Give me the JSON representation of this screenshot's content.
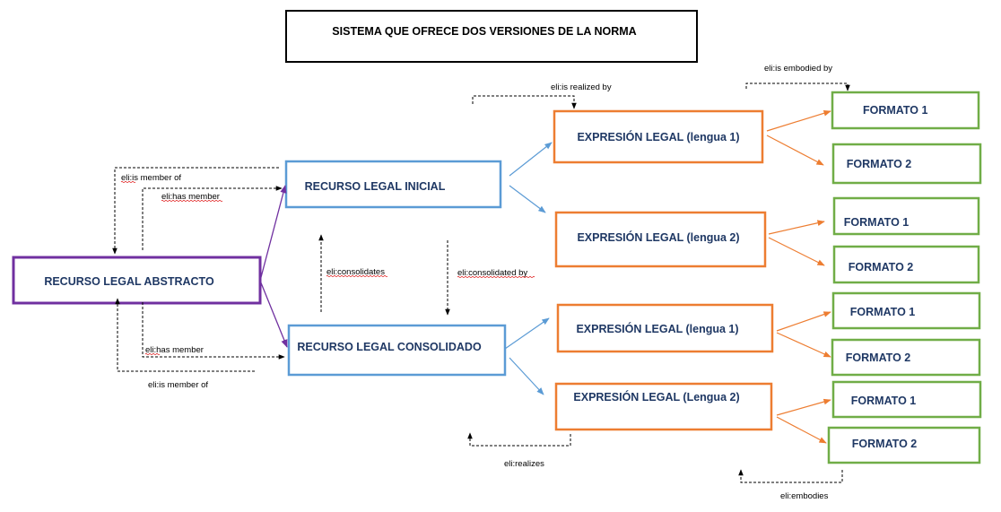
{
  "title": "SISTEMA QUE OFRECE DOS VERSIONES DE LA NORMA",
  "nodes": {
    "abstracto": "RECURSO LEGAL ABSTRACTO",
    "inicial": "RECURSO LEGAL INICIAL",
    "consolidado": "RECURSO LEGAL CONSOLIDADO",
    "expr_a1": "EXPRESIÓN LEGAL (lengua 1)",
    "expr_a2": "EXPRESIÓN LEGAL (lengua 2)",
    "expr_b1": "EXPRESIÓN LEGAL (lengua 1)",
    "expr_b2": "EXPRESIÓN LEGAL (Lengua 2)",
    "fmt_a1a": "FORMATO 1",
    "fmt_a1b": "FORMATO 2",
    "fmt_a2a": "FORMATO 1",
    "fmt_a2b": "FORMATO 2",
    "fmt_b1a": "FORMATO 1",
    "fmt_b1b": "FORMATO 2",
    "fmt_b2a": "FORMATO 1",
    "fmt_b2b": "FORMATO 2"
  },
  "labels": {
    "is_member_of_top": "eli:is member of",
    "has_member_top": "eli:has member",
    "has_member_bottom": "eli:has member",
    "is_member_of_bottom": "eli:is member of",
    "consolidates": "eli:consolidates",
    "consolidated_by": "eli:consolidated by",
    "is_realized_by": "eli:is realized by",
    "is_embodied_by": "eli:is embodied by",
    "realizes": "eli:realizes",
    "embodies": "eli:embodies"
  },
  "colors": {
    "abstract": "#7030a0",
    "manifestation_level": "#5b9bd5",
    "expression": "#ed7d31",
    "format": "#70ad47",
    "text": "#1f3864"
  }
}
